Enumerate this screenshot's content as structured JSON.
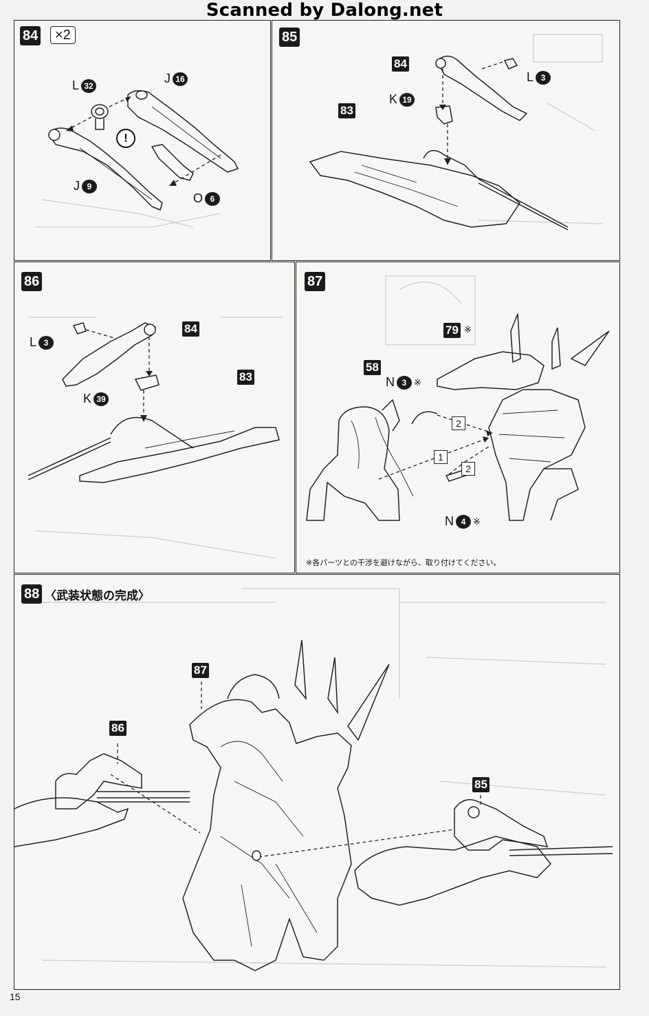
{
  "header": {
    "watermark": "Scanned by Dalong.net"
  },
  "steps": {
    "s84": {
      "number": "84",
      "multiplier": "×2",
      "parts": [
        {
          "letter": "L",
          "num": "32"
        },
        {
          "letter": "J",
          "num": "16"
        },
        {
          "letter": "J",
          "num": "9"
        },
        {
          "letter": "O",
          "num": "6"
        }
      ],
      "caution": "!"
    },
    "s85": {
      "number": "85",
      "refs": [
        "84",
        "83"
      ],
      "parts": [
        {
          "letter": "L",
          "num": "3"
        },
        {
          "letter": "K",
          "num": "19"
        }
      ]
    },
    "s86": {
      "number": "86",
      "refs": [
        "84",
        "83"
      ],
      "parts": [
        {
          "letter": "L",
          "num": "3"
        },
        {
          "letter": "K",
          "num": "39"
        }
      ]
    },
    "s87": {
      "number": "87",
      "refs": [
        "79",
        "58"
      ],
      "ref_mark": "※",
      "parts": [
        {
          "letter": "N",
          "num": "3",
          "mark": "※"
        },
        {
          "letter": "N",
          "num": "4",
          "mark": "※"
        }
      ],
      "sequence": [
        "2",
        "1",
        "2"
      ],
      "note": "※各パーツとの干渉を避けながら、取り付けてください。"
    },
    "s88": {
      "number": "88",
      "title": "〈武装状態の完成〉",
      "refs": [
        "87",
        "86",
        "85"
      ]
    }
  },
  "page_number": "15"
}
